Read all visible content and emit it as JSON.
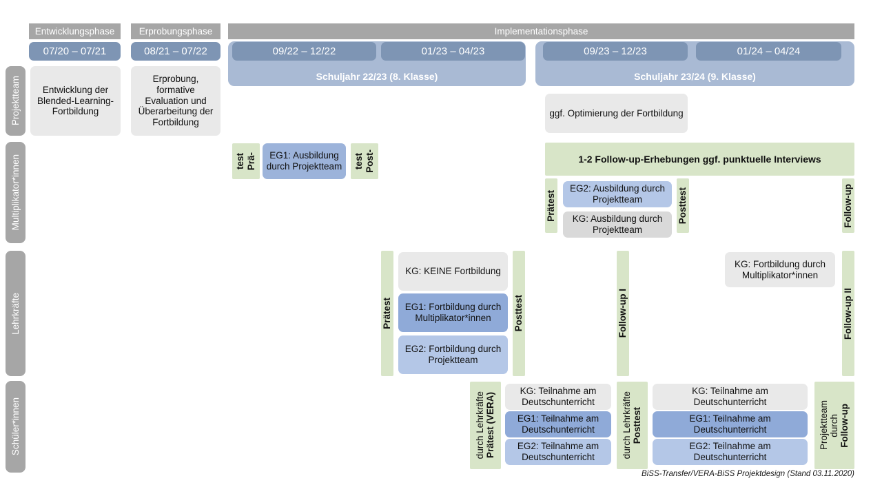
{
  "header": {
    "phases": [
      {
        "label": "Entwicklungsphase"
      },
      {
        "label": "Erprobungsphase"
      },
      {
        "label": "Implementationsphase"
      }
    ],
    "periods": [
      {
        "label": "07/20 – 07/21"
      },
      {
        "label": "08/21 – 07/22"
      },
      {
        "label": "09/22 – 12/22"
      },
      {
        "label": "01/23 – 04/23"
      },
      {
        "label": "09/23 – 12/23"
      },
      {
        "label": "01/24 – 04/24"
      }
    ],
    "school_years": [
      {
        "label": "Schuljahr 22/23 (8. Klasse)"
      },
      {
        "label": "Schuljahr 23/24 (9. Klasse)"
      }
    ]
  },
  "rows": {
    "projektteam": {
      "label": "Projektteam"
    },
    "multiplikatorinnen": {
      "label": "Multiplikator*innen"
    },
    "lehrkraefte": {
      "label": "Lehrkräfte"
    },
    "schuelerinnen": {
      "label": "Schüler*innen"
    }
  },
  "projektteam": {
    "entwicklung": "Entwicklung der Blended-Learning-Fortbildung",
    "erprobung": "Erprobung, formative Evaluation und Überarbeitung der Fortbildung",
    "optimierung": "ggf. Optimierung der Fortbildung"
  },
  "multiplikatoren": {
    "praetest_line1": "Prä-",
    "praetest_line2": "test",
    "posttest_line1": "Post-",
    "posttest_line2": "test",
    "eg1_ausbildung": "EG1: Ausbildung durch Projektteam",
    "followup_banner": "1-2 Follow-up-Erhebungen ggf. punktuelle Interviews",
    "praetest2": "Prätest",
    "posttest2": "Posttest",
    "eg2_ausbildung": "EG2: Ausbildung durch Projektteam",
    "kg_ausbildung": "KG: Ausbildung durch Projektteam",
    "followup": "Follow-up"
  },
  "lehrkraefte": {
    "praetest": "Prätest",
    "posttest": "Posttest",
    "kg_keine": "KG:  KEINE Fortbildung",
    "eg1": "EG1: Fortbildung durch Multiplikator*innen",
    "eg2": "EG2: Fortbildung durch Projektteam",
    "followup1": "Follow-up I",
    "followup2": "Follow-up II",
    "kg_fortbildung": "KG: Fortbildung durch Multiplikator*innen"
  },
  "schuelerinnen": {
    "praetest_bold": "Prätest (VERA)",
    "praetest_reg": "durch Lehrkräfte",
    "posttest_bold": "Posttest",
    "posttest_reg": "durch Lehrkräfte",
    "followup_bold": "Follow-up",
    "followup_reg1": "durch",
    "followup_reg2": "Projektteam",
    "left": [
      {
        "label": "KG: Teilnahme am Deutschunterricht"
      },
      {
        "label": "EG1: Teilnahme am Deutschunterricht"
      },
      {
        "label": "EG2: Teilnahme am Deutschunterricht"
      }
    ],
    "right": [
      {
        "label": "KG: Teilnahme am Deutschunterricht"
      },
      {
        "label": "EG1: Teilnahme am Deutschunterricht"
      },
      {
        "label": "EG2: Teilnahme am Deutschunterricht"
      }
    ]
  },
  "footer": {
    "text": "BiSS-Transfer/VERA-BiSS Projektdesign (Stand 03.11.2020)"
  },
  "colors": {
    "grey_bar": "#a6a6a6",
    "period_blue": "#7e95b4",
    "schoolyear_blue": "#a9bad4",
    "green": "#d8e5c8",
    "blue_dark": "#8faad8",
    "blue_mid": "#9cb3da",
    "blue_light": "#b4c7e7",
    "grey_box": "#e9e9e9"
  }
}
